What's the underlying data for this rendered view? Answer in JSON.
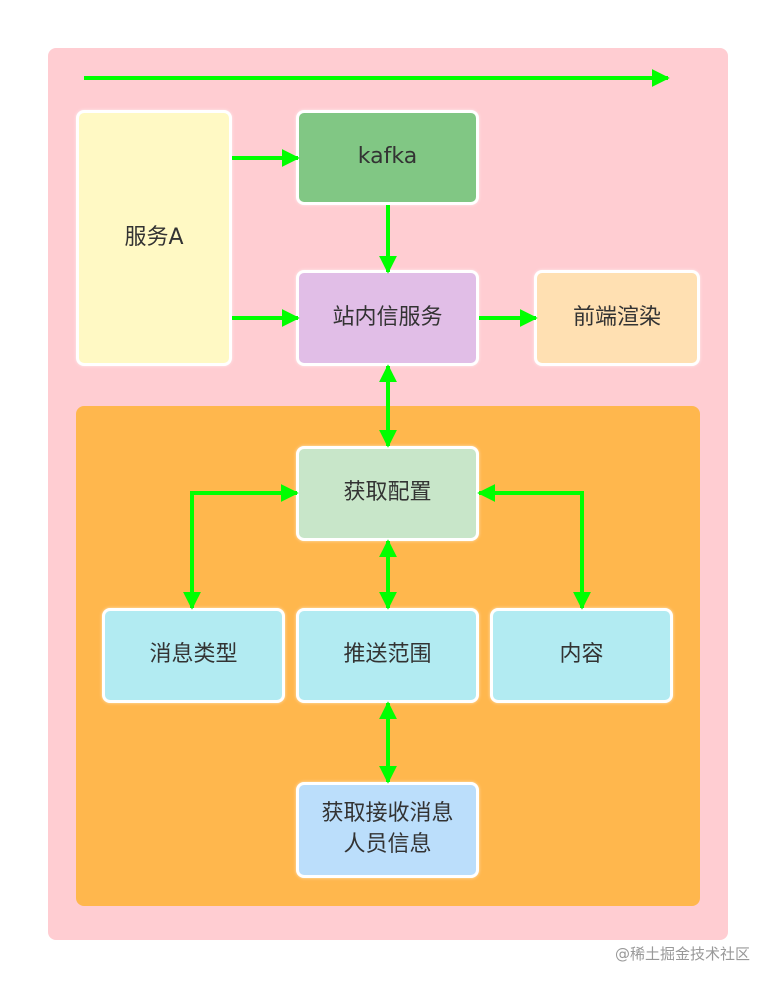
{
  "nodes": {
    "service_a": "服务A",
    "kafka": "kafka",
    "inbox_service": "站内信服务",
    "frontend_render": "前端渲染",
    "get_config": "获取配置",
    "message_type": "消息类型",
    "push_scope": "推送范围",
    "content": "内容",
    "get_recipients": "获取接收消息人员信息"
  },
  "colors": {
    "outer": "#ffcdd2",
    "inner": "#ffb74d",
    "arrow": "#00ff00",
    "service_a": "#fff9c4",
    "kafka": "#81c784",
    "inbox_service": "#e1bee7",
    "frontend_render": "#ffe0b2",
    "get_config": "#c8e6c9",
    "cyan": "#b2ebf2",
    "get_recipients": "#bbdefb"
  },
  "watermark": "@稀土掘金技术社区"
}
